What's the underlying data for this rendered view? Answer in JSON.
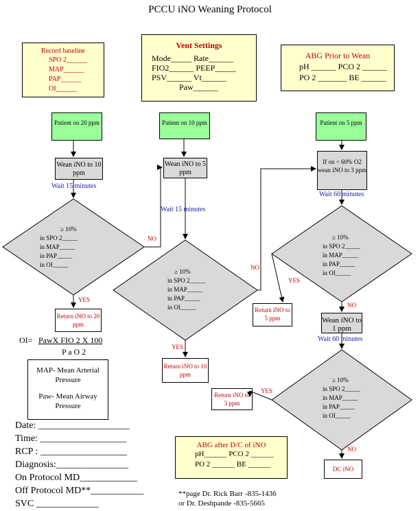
{
  "title": "PCCU  iNO  Weaning Protocol",
  "baseline": {
    "heading": "Record baseline",
    "items": [
      "SPO 2______",
      "MAP______",
      "PAP______",
      "OI______"
    ]
  },
  "vent": {
    "heading": "Vent Settings",
    "rows": [
      "Mode_____   Rate______",
      "FIO2______  PEEP_____",
      "PSV______   Vt______",
      "Paw______"
    ]
  },
  "abg_prior": {
    "heading": "ABG Prior to Wean",
    "rows": [
      "pH ______  PCO 2 ______",
      "PO 2 _______  BE ______"
    ]
  },
  "start_20": "Patient on 20 ppm",
  "start_10": "Patient on 10 ppm",
  "start_5": "Patient on 5 ppm",
  "wean_20": "Wean iNO to 10 ppm",
  "wean_10": "Wean iNO to 5 ppm",
  "wean_5": "If on < 60%  O2 wean iNO  to 3 ppm",
  "wean_1": "Wean iNO to 1 ppm",
  "wait_15": "Wait 15 minutes",
  "wait_60": "Wait 60 minutes",
  "criteria": [
    "≥ 10%",
    "in  SPO 2_____",
    "in MAP_____",
    "in PAP_____",
    "in  OI_____"
  ],
  "labels": {
    "yes": "YES",
    "no": "NO"
  },
  "return_20": "Return  iNO to 20 ppm",
  "return_10": "Return  iNO to 10 ppm",
  "return_5": "Return  iNO to 5 ppm",
  "return_3": "Return  iNO to 3  ppm",
  "dc": "DC iNO",
  "oi_formula": {
    "lhs": "OI=",
    "num": "PawX  FIO 2 X 100",
    "den": "P a O 2"
  },
  "legend": {
    "map": "MAP- Mean Arterial Pressure",
    "paw": "Paw- Mean Airway Pressure"
  },
  "fields": [
    "Date: ___________________",
    "Time: __________________",
    "RCP : __________________",
    "Diagnosis:_______________",
    "On Protocol MD____________",
    "Off Protocol MD**___________",
    "SVC _____________"
  ],
  "abg_after": {
    "heading": "ABG  after D/C  of iNO",
    "rows": [
      "pH______  PCO 2 ______",
      "PO 2 ______  BE ______"
    ]
  },
  "page_note": [
    "**page Dr. Rick   Barr -835-1436",
    "or Dr. Deshpande -835-5665"
  ]
}
